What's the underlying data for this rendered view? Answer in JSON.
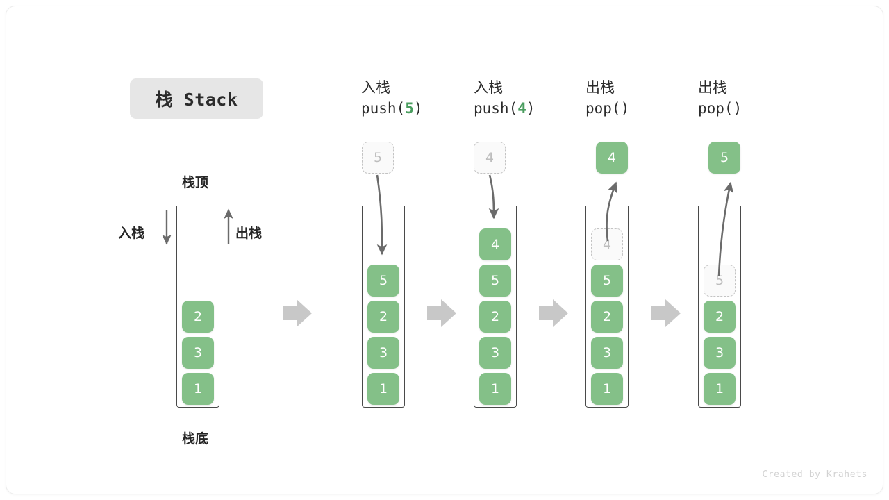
{
  "canvas": {
    "title": "栈 Stack",
    "credit": "Created by Krahets",
    "colors": {
      "cell_fill": "#84c088",
      "cell_text": "#ffffff",
      "ghost_fill": "#fafafa",
      "ghost_border": "#c3c3c3",
      "ghost_text": "#bdbdbd",
      "wall": "#4a4a4a",
      "arrow_gray": "#6b6b6b",
      "block_arrow": "#c8c8c8",
      "accent_green": "#4a9d5f",
      "chip_bg": "#e6e6e6",
      "label_text": "#262626"
    }
  },
  "legend": {
    "top_label": "栈顶",
    "bottom_label": "栈底",
    "push_label": "入栈",
    "pop_label": "出栈"
  },
  "stages": [
    {
      "id": "initial",
      "op_cn": "",
      "op_code_prefix": "",
      "op_code_arg": "",
      "op_code_suffix": "",
      "floating_cell": null,
      "cells": [
        "2",
        "3",
        "1"
      ],
      "ghost_index": -1
    },
    {
      "id": "push-5",
      "op_cn": "入栈",
      "op_code_prefix": "push(",
      "op_code_arg": "5",
      "op_code_suffix": ")",
      "floating_cell": {
        "value": "5",
        "style": "ghost"
      },
      "cells": [
        "5",
        "2",
        "3",
        "1"
      ],
      "ghost_index": -1
    },
    {
      "id": "push-4",
      "op_cn": "入栈",
      "op_code_prefix": "push(",
      "op_code_arg": "4",
      "op_code_suffix": ")",
      "floating_cell": {
        "value": "4",
        "style": "ghost"
      },
      "cells": [
        "4",
        "5",
        "2",
        "3",
        "1"
      ],
      "ghost_index": -1
    },
    {
      "id": "pop-4",
      "op_cn": "出栈",
      "op_code_prefix": "pop(",
      "op_code_arg": "",
      "op_code_suffix": ")",
      "floating_cell": {
        "value": "4",
        "style": "solid"
      },
      "cells": [
        "4",
        "5",
        "2",
        "3",
        "1"
      ],
      "ghost_index": 0
    },
    {
      "id": "pop-5",
      "op_cn": "出栈",
      "op_code_prefix": "pop(",
      "op_code_arg": "",
      "op_code_suffix": ")",
      "floating_cell": {
        "value": "5",
        "style": "solid"
      },
      "cells": [
        "5",
        "2",
        "3",
        "1"
      ],
      "ghost_index": 0
    }
  ]
}
